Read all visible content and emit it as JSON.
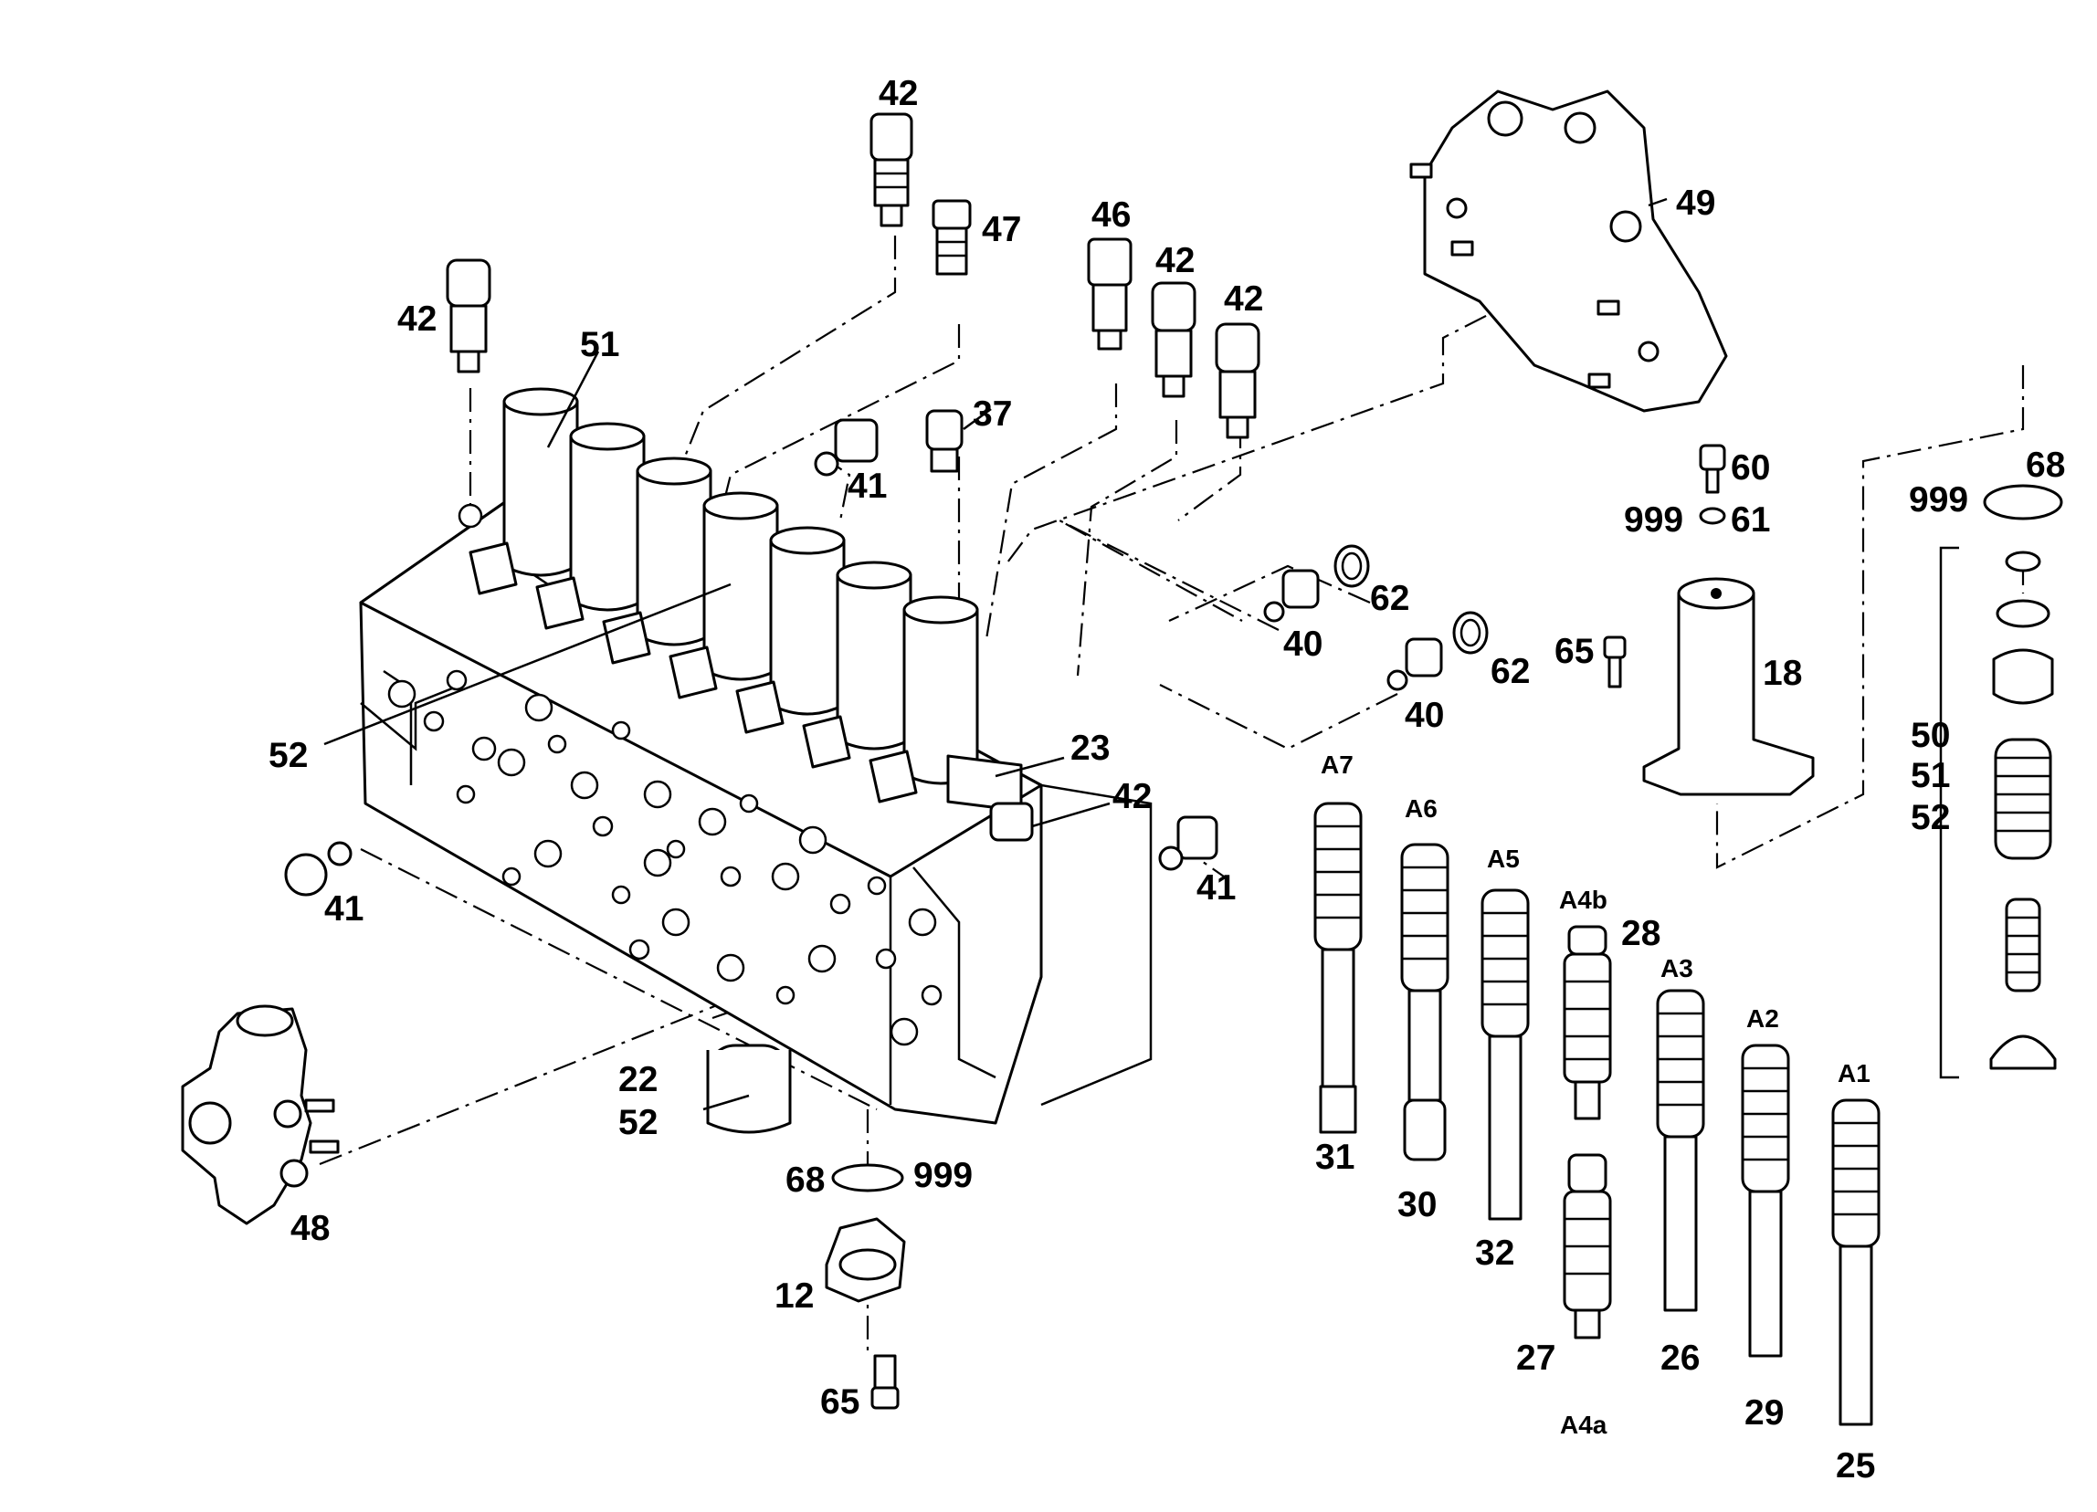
{
  "callouts": {
    "p42_top": "42",
    "p47": "47",
    "p46": "46",
    "p42_b": "42",
    "p42_c": "42",
    "p42_left": "42",
    "p51_top": "51",
    "p37": "37",
    "p41_top": "41",
    "p49": "49",
    "p60": "60",
    "p999_a": "999",
    "p61": "61",
    "p62_a": "62",
    "p40_a": "40",
    "p62_b": "62",
    "p40_b": "40",
    "p65_a": "65",
    "p18": "18",
    "p999_b": "999",
    "p68_a": "68",
    "p52_left": "52",
    "p23": "23",
    "p42_mid": "42",
    "p41_left": "41",
    "p41_right": "41",
    "p48": "48",
    "p22": "22",
    "p52_bottom": "52",
    "p68_b": "68",
    "p999_c": "999",
    "p12": "12",
    "p65_b": "65",
    "p50": "50",
    "p51_br": "51",
    "p52_br": "52",
    "p31": "31",
    "p30": "30",
    "p32": "32",
    "p28": "28",
    "p27": "27",
    "p26": "26",
    "p29": "29",
    "p25": "25"
  },
  "spool_labels": {
    "a7": "A7",
    "a6": "A6",
    "a5": "A5",
    "a4b": "A4b",
    "a4a": "A4a",
    "a3": "A3",
    "a2": "A2",
    "a1": "A1"
  }
}
